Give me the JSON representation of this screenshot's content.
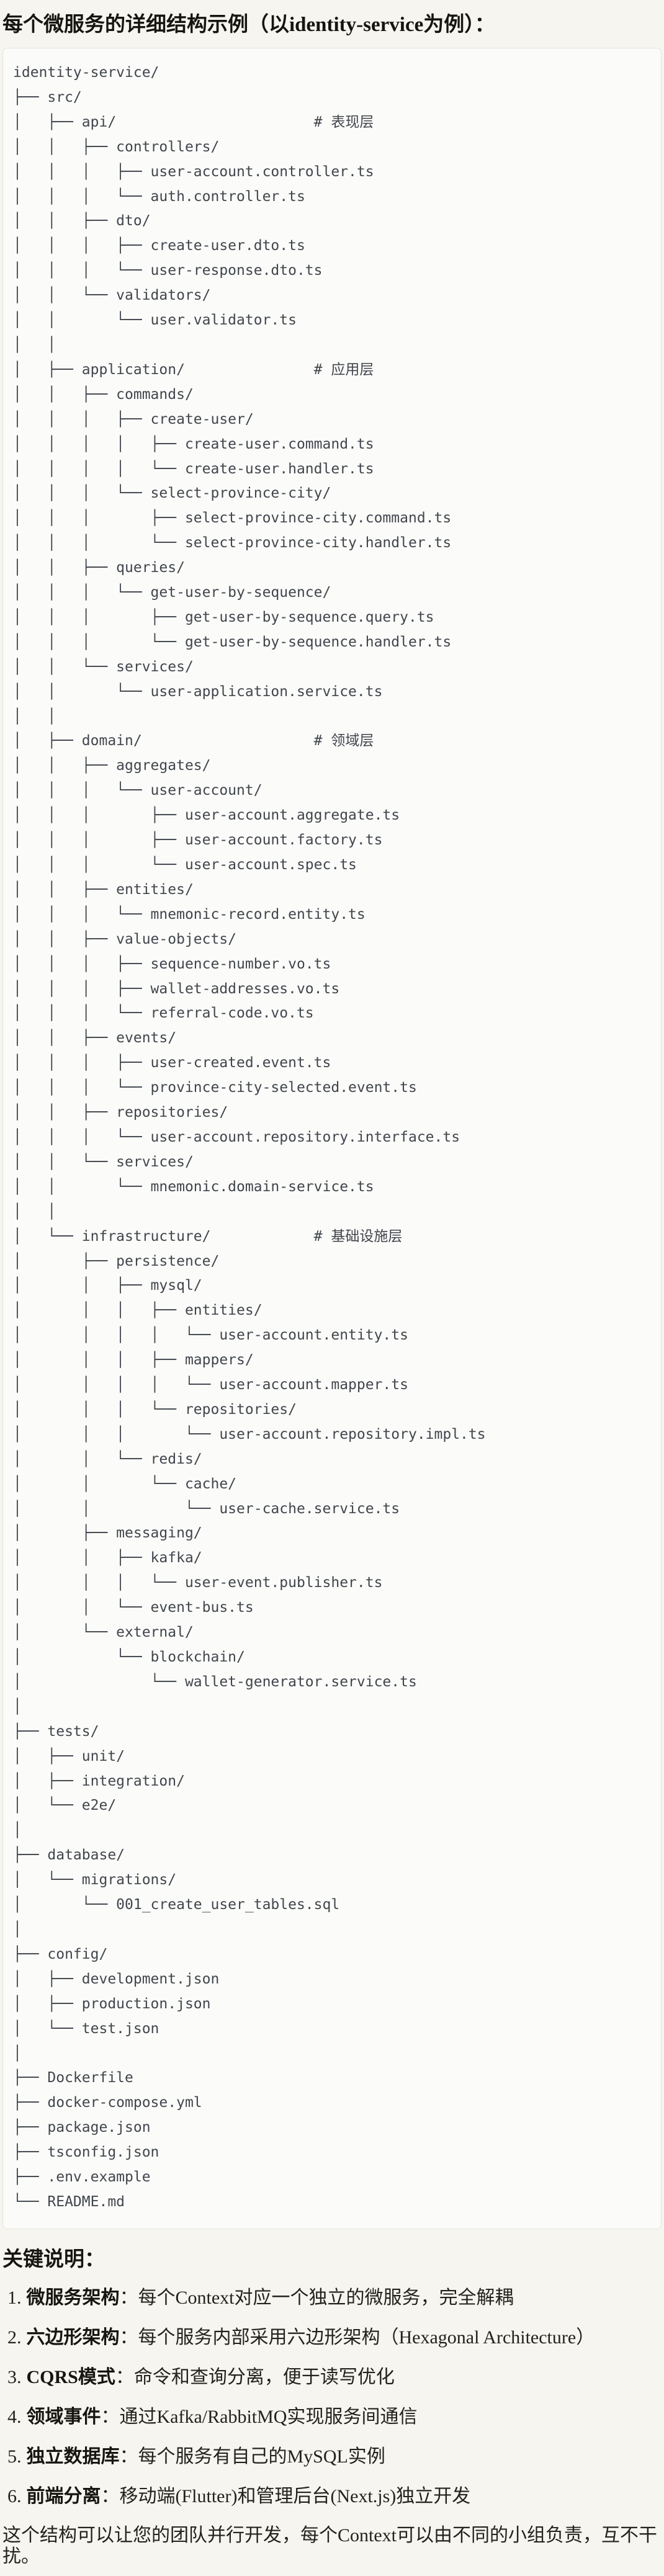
{
  "title": "每个微服务的详细结构示例（以identity-service为例）：",
  "tree": {
    "lines": [
      "identity-service/",
      "├── src/",
      "│   ├── api/                       # 表现层",
      "│   │   ├── controllers/",
      "│   │   │   ├── user-account.controller.ts",
      "│   │   │   └── auth.controller.ts",
      "│   │   ├── dto/",
      "│   │   │   ├── create-user.dto.ts",
      "│   │   │   └── user-response.dto.ts",
      "│   │   └── validators/",
      "│   │       └── user.validator.ts",
      "│   │",
      "│   ├── application/               # 应用层",
      "│   │   ├── commands/",
      "│   │   │   ├── create-user/",
      "│   │   │   │   ├── create-user.command.ts",
      "│   │   │   │   └── create-user.handler.ts",
      "│   │   │   └── select-province-city/",
      "│   │   │       ├── select-province-city.command.ts",
      "│   │   │       └── select-province-city.handler.ts",
      "│   │   ├── queries/",
      "│   │   │   └── get-user-by-sequence/",
      "│   │   │       ├── get-user-by-sequence.query.ts",
      "│   │   │       └── get-user-by-sequence.handler.ts",
      "│   │   └── services/",
      "│   │       └── user-application.service.ts",
      "│   │",
      "│   ├── domain/                    # 领域层",
      "│   │   ├── aggregates/",
      "│   │   │   └── user-account/",
      "│   │   │       ├── user-account.aggregate.ts",
      "│   │   │       ├── user-account.factory.ts",
      "│   │   │       └── user-account.spec.ts",
      "│   │   ├── entities/",
      "│   │   │   └── mnemonic-record.entity.ts",
      "│   │   ├── value-objects/",
      "│   │   │   ├── sequence-number.vo.ts",
      "│   │   │   ├── wallet-addresses.vo.ts",
      "│   │   │   └── referral-code.vo.ts",
      "│   │   ├── events/",
      "│   │   │   ├── user-created.event.ts",
      "│   │   │   └── province-city-selected.event.ts",
      "│   │   ├── repositories/",
      "│   │   │   └── user-account.repository.interface.ts",
      "│   │   └── services/",
      "│   │       └── mnemonic.domain-service.ts",
      "│   │",
      "│   └── infrastructure/            # 基础设施层",
      "│       ├── persistence/",
      "│       │   ├── mysql/",
      "│       │   │   ├── entities/",
      "│       │   │   │   └── user-account.entity.ts",
      "│       │   │   ├── mappers/",
      "│       │   │   │   └── user-account.mapper.ts",
      "│       │   │   └── repositories/",
      "│       │   │       └── user-account.repository.impl.ts",
      "│       │   └── redis/",
      "│       │       └── cache/",
      "│       │           └── user-cache.service.ts",
      "│       ├── messaging/",
      "│       │   ├── kafka/",
      "│       │   │   └── user-event.publisher.ts",
      "│       │   └── event-bus.ts",
      "│       └── external/",
      "│           └── blockchain/",
      "│               └── wallet-generator.service.ts",
      "│",
      "├── tests/",
      "│   ├── unit/",
      "│   ├── integration/",
      "│   └── e2e/",
      "│",
      "├── database/",
      "│   └── migrations/",
      "│       └── 001_create_user_tables.sql",
      "│",
      "├── config/",
      "│   ├── development.json",
      "│   ├── production.json",
      "│   └── test.json",
      "│",
      "├── Dockerfile",
      "├── docker-compose.yml",
      "├── package.json",
      "├── tsconfig.json",
      "├── .env.example",
      "└── README.md"
    ]
  },
  "notes": {
    "heading": "关键说明：",
    "items": [
      {
        "num": "1.",
        "label": "微服务架构",
        "desc": "：每个Context对应一个独立的微服务，完全解耦"
      },
      {
        "num": "2.",
        "label": "六边形架构",
        "desc": "：每个服务内部采用六边形架构（Hexagonal Architecture）"
      },
      {
        "num": "3.",
        "label": "CQRS模式",
        "desc": "：命令和查询分离，便于读写优化"
      },
      {
        "num": "4.",
        "label": "领域事件",
        "desc": "：通过Kafka/RabbitMQ实现服务间通信"
      },
      {
        "num": "5.",
        "label": "独立数据库",
        "desc": "：每个服务有自己的MySQL实例"
      },
      {
        "num": "6.",
        "label": "前端分离",
        "desc": "：移动端(Flutter)和管理后台(Next.js)独立开发"
      }
    ]
  },
  "closing": "这个结构可以让您的团队并行开发，每个Context可以由不同的小组负责，互不干扰。",
  "colors": {
    "page_background": "#f6f5ef",
    "code_background": "#fbfbf9",
    "code_border": "#e4e2da",
    "code_text": "#41464d",
    "body_text": "#24221c"
  }
}
